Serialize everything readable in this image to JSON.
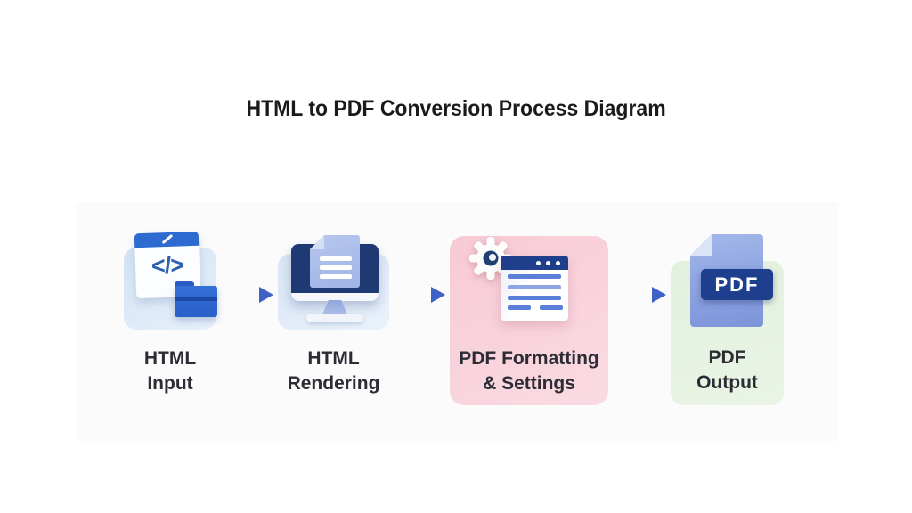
{
  "title": "HTML to PDF Conversion Process Diagram",
  "steps": [
    {
      "id": "html-input",
      "label_line1": "HTML",
      "label_line2": "Input",
      "icon": "code-file-and-folder-icon",
      "code_glyph": "</>",
      "card_color": "#dbe8f7"
    },
    {
      "id": "html-rendering",
      "label_line1": "HTML",
      "label_line2": "Rendering",
      "icon": "monitor-with-document-icon",
      "card_color": "#dde9f7"
    },
    {
      "id": "pdf-formatting-settings",
      "label_line1": "PDF Formatting",
      "label_line2": "& Settings",
      "icon": "browser-window-with-gear-icon",
      "card_color": "#f8cfd8"
    },
    {
      "id": "pdf-output",
      "label_line1": "PDF",
      "label_line2": "Output",
      "icon": "pdf-file-icon",
      "badge": "PDF",
      "card_color": "#e6f2e2"
    }
  ],
  "arrows": {
    "count": 3,
    "color": "#3e62c5"
  },
  "colors": {
    "background": "#ffffff",
    "panel": "#fbfbfc",
    "title_text": "#1a1a1a",
    "label_text": "#2c2c34",
    "blue_accent": "#2e6bd1",
    "navy": "#1f3f8c",
    "arrow_blue": "#3e62c5",
    "light_blue_card": "#dbe8f7",
    "pink_card": "#f8cfd8",
    "green_card": "#e6f2e2"
  }
}
